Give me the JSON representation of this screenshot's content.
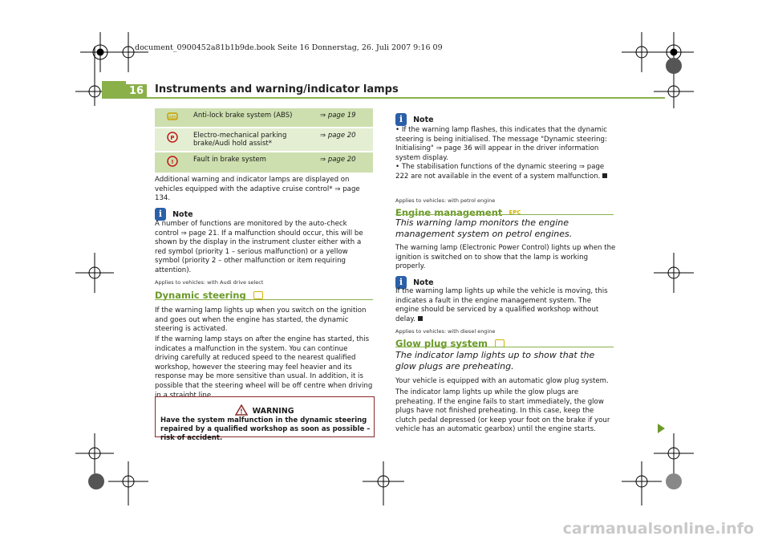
{
  "header": {
    "file_line": "document_0900452a81b1b9de.book  Seite 16  Donnerstag, 26. Juli 2007  9:16 09",
    "page_number": "16",
    "title": "Instruments and warning/indicator lamps"
  },
  "lamp_table": [
    {
      "label": "Anti-lock brake system (ABS)",
      "ref": "⇒ page 19",
      "icon": "abs-lamp-icon"
    },
    {
      "label": "Electro-mechanical parking brake/Audi hold assist*",
      "ref": "⇒ page 20",
      "icon": "parking-brake-lamp-icon"
    },
    {
      "label": "Fault in brake system",
      "ref": "⇒ page 20",
      "icon": "brake-fault-lamp-icon"
    }
  ],
  "left": {
    "intro": "Additional warning and indicator lamps are displayed on vehicles equipped with the adaptive cruise control* ⇒ page 134.",
    "note_label": "Note",
    "note_text": "A number of functions are monitored by the auto-check control ⇒ page 21. If a malfunction should occur, this will be shown by the display in the instrument cluster either with a red symbol (priority 1 – serious malfunction) or a yellow symbol (priority 2 – other malfunction or item requiring attention).",
    "dyn_applies": "Applies to vehicles: with Audi drive select",
    "dyn_title": "Dynamic steering",
    "dyn_p1": "If the warning lamp     lights up when you switch on the ignition and goes out when the engine has started, the dynamic steering is activated.",
    "dyn_p2": "If the warning lamp     stays on after the engine has started, this indicates a malfunction in the system. You can continue driving carefully at reduced speed to the nearest qualified workshop, however the steering may feel heavier and its response may be more sensitive than usual. In addition, it is possible that the steering wheel will be off centre when driving in a straight line.",
    "warning_label": "WARNING",
    "warning_text": "Have the system malfunction in the dynamic steering repaired by a qualified workshop as soon as possible – risk of accident."
  },
  "right": {
    "note_label": "Note",
    "note_b1": "If the warning lamp     flashes, this indicates that the dynamic steering is being initialised. The message \"Dynamic steering: Initialising\" ⇒ page 36 will appear in the driver information system display.",
    "note_b2": "The stabilisation functions of the dynamic steering ⇒ page 222 are not available in the event of a system malfunction.",
    "epc_applies": "Applies to vehicles: with petrol engine",
    "epc_title": "Engine management",
    "epc_lead": "This warning lamp monitors the engine management system on petrol engines.",
    "epc_text": "The      warning lamp (Electronic Power Control) lights up when the ignition is switched on to show that the lamp is working properly.",
    "epc_note_label": "Note",
    "epc_note_text": "If the warning lamp lights up while the vehicle is moving, this indicates a fault in the engine management system. The engine should be serviced by a qualified workshop without delay.",
    "glow_applies": "Applies to vehicles: with diesel engine",
    "glow_title": "Glow plug system",
    "glow_lead": "The indicator lamp lights up to show that the glow plugs are preheating.",
    "glow_p1": "Your vehicle is equipped with an automatic glow plug system.",
    "glow_p2": "The indicator lamp     lights up while the glow plugs are preheating. If the engine fails to start immediately, the glow plugs have not finished preheating. In this case, keep the clutch pedal depressed (or keep your foot on the brake if your vehicle has an automatic gearbox) until the engine starts."
  },
  "watermark": "carmanualsonline.info",
  "colors": {
    "accent_green": "#8ab04a",
    "title_green": "#6b9a2a",
    "table_row": "#cddfae",
    "warning_red": "#8a2a2a"
  }
}
